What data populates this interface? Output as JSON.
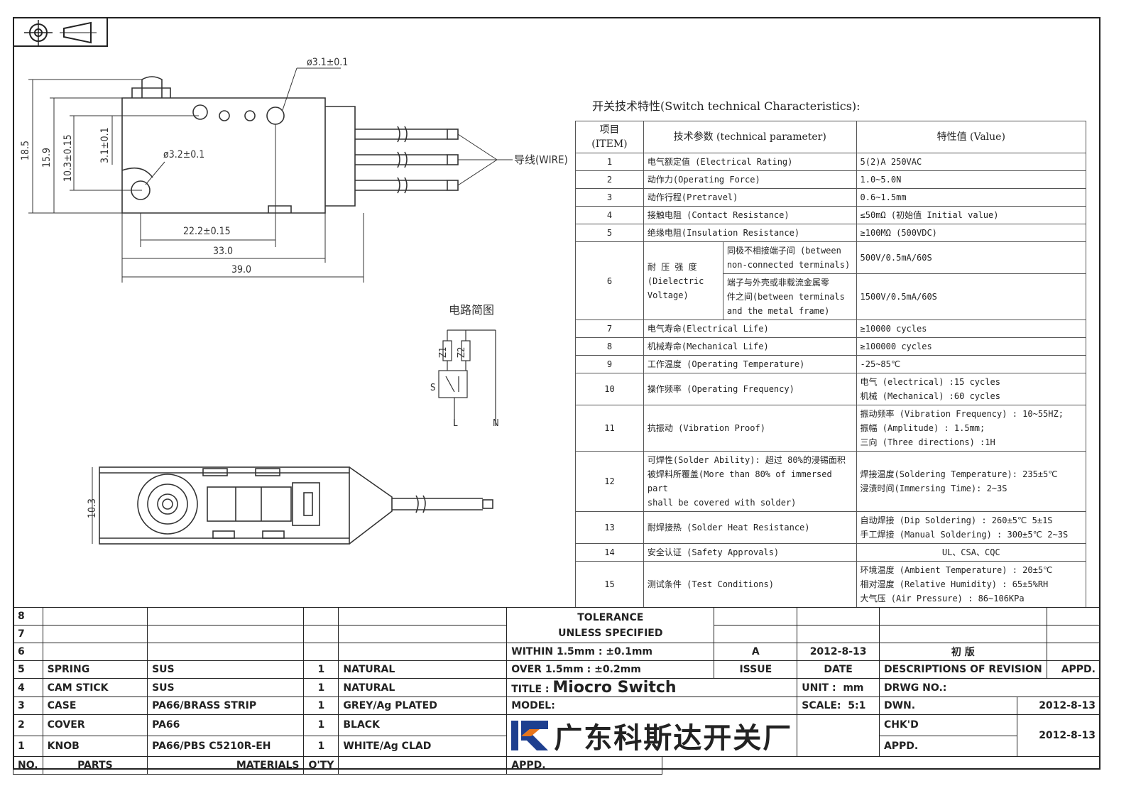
{
  "dimensions": {
    "hole_top": "ø3.1±0.1",
    "hole_bottom": "ø3.2±0.1",
    "h_overall": "18.5",
    "h_body": "15.9",
    "h_hole": "10.3±0.15",
    "h_small": "3.1±0.1",
    "w_hole": "22.2±0.15",
    "w_body": "33.0",
    "w_total": "39.0",
    "wire_label": "导线(WIRE)",
    "h_bottom_view": "10.3"
  },
  "circuit": {
    "title": "电路简图",
    "labels": {
      "z1": "Z1",
      "z2": "Z2",
      "s": "S",
      "l": "L",
      "n": "N"
    }
  },
  "spec": {
    "title": "开关技术特性(Switch technical Characteristics):",
    "headers": {
      "item": [
        "项目",
        "(ITEM)"
      ],
      "param": "技术参数 (technical parameter)",
      "value": "特性值 (Value)"
    },
    "rows": [
      {
        "no": "1",
        "param": "电气额定值 (Electrical Rating)",
        "value": [
          "5(2)A 250VAC"
        ]
      },
      {
        "no": "2",
        "param": "动作力(Operating Force)",
        "value": [
          "1.0~5.0N"
        ]
      },
      {
        "no": "3",
        "param": "动作行程(Pretravel)",
        "value": [
          "0.6~1.5mm"
        ]
      },
      {
        "no": "4",
        "param": "接触电阻 (Contact  Resistance)",
        "value": [
          "≤50mΩ (初始值 Initial value)"
        ]
      },
      {
        "no": "5",
        "param": "绝缘电阻(Insulation Resistance)",
        "value": [
          "≥100MΩ (500VDC)"
        ]
      },
      {
        "no": "7",
        "param": "电气寿命(Electrical Life)",
        "value": [
          "≥10000 cycles"
        ]
      },
      {
        "no": "8",
        "param": "机械寿命(Mechanical Life)",
        "value": [
          "≥100000 cycles"
        ]
      },
      {
        "no": "9",
        "param": "工作温度 (Operating Temperature)",
        "value": [
          "-25~85℃"
        ]
      },
      {
        "no": "10",
        "param": "操作频率 (Operating Frequency)",
        "value": [
          "电气 (electrical) :15 cycles",
          "机械 (Mechanical) :60 cycles"
        ]
      },
      {
        "no": "11",
        "param": "抗振动 (Vibration Proof)",
        "value": [
          "振动频率 (Vibration Frequency) : 10~55HZ;",
          "振幅 (Amplitude) : 1.5mm;",
          "三向 (Three directions) :1H"
        ]
      },
      {
        "no": "12",
        "param": [
          "可焊性(Solder Ability): 超过 80%的浸锡面积",
          "被焊料所覆盖(More than 80% of immersed part",
          "shall be covered with solder)"
        ],
        "value": [
          "焊接温度(Soldering Temperature): 235±5℃",
          "浸渍时间(Immersing Time): 2~3S"
        ]
      },
      {
        "no": "13",
        "param": "耐焊接热 (Solder Heat Resistance)",
        "value": [
          "自动焊接 (Dip Soldering) : 260±5℃ 5±1S",
          "手工焊接 (Manual Soldering) : 300±5℃ 2~3S"
        ]
      },
      {
        "no": "14",
        "param": "安全认证 (Safety Approvals)",
        "value": [
          "UL、CSA、CQC"
        ]
      },
      {
        "no": "15",
        "param": "测试条件 (Test Conditions)",
        "value": [
          "环境温度 (Ambient Temperature) : 20±5℃",
          "相对湿度 (Relative Humidity) : 65±5%RH",
          "大气压 (Air Pressure) : 86~106KPa"
        ]
      }
    ],
    "row6": {
      "no": "6",
      "param": [
        "耐 压 强 度",
        "(Dielectric",
        "Voltage)"
      ],
      "sub1": [
        "同极不相接端子间 (between",
        "non-connected terminals)"
      ],
      "val1": "500V/0.5mA/60S",
      "sub2": [
        "端子与外壳或非载流金属零",
        "件之间(between terminals",
        "and the metal frame)"
      ],
      "val2": "1500V/0.5mA/60S"
    }
  },
  "parts": {
    "rows": [
      {
        "no": "8",
        "part": "",
        "material": "",
        "qty": "",
        "finish": ""
      },
      {
        "no": "7",
        "part": "",
        "material": "",
        "qty": "",
        "finish": ""
      },
      {
        "no": "6",
        "part": "",
        "material": "",
        "qty": "",
        "finish": ""
      },
      {
        "no": "5",
        "part": "SPRING",
        "material": "SUS",
        "qty": "1",
        "finish": "NATURAL"
      },
      {
        "no": "4",
        "part": "CAM STICK",
        "material": "SUS",
        "qty": "1",
        "finish": "NATURAL"
      },
      {
        "no": "3",
        "part": "CASE",
        "material": "PA66/BRASS STRIP",
        "qty": "1",
        "finish": "GREY/Ag PLATED"
      },
      {
        "no": "2",
        "part": "COVER",
        "material": "PA66",
        "qty": "1",
        "finish": "BLACK"
      },
      {
        "no": "1",
        "part": "KNOB",
        "material": "PA66/PBS C5210R-EH",
        "qty": "1",
        "finish": "WHITE/Ag CLAD"
      }
    ],
    "footer": {
      "no": "NO.",
      "part": "PARTS",
      "material": "MATERIALS",
      "qty": "Q'TY"
    }
  },
  "tolerance": [
    "TOLERANCE",
    "UNLESS  SPECIFIED",
    "WITHIN 1.5mm : ±0.1mm",
    "OVER 1.5mm : ±0.2mm"
  ],
  "revision": {
    "issue": "A",
    "date": "2012-8-13",
    "desc": "初  版",
    "issue_label": "ISSUE",
    "date_label": "DATE",
    "desc_label": "DESCRIPTIONS OF REVISION",
    "appd_label": "APPD."
  },
  "title_block": {
    "title_label": "TITLE :",
    "title": "Miocro Switch",
    "unit_label": "UNIT :",
    "unit": "mm",
    "drwg_label": "DRWG NO.:",
    "model_label": "MODEL:",
    "scale_label": "SCALE:",
    "scale": "5:1",
    "dwn_label": "DWN.",
    "dwn_date": "2012-8-13",
    "chkd_label": "CHK'D",
    "chkd_date": "2012-8-13",
    "appd_label": "APPD.",
    "company": "广东科斯达开关厂"
  },
  "colors": {
    "logo_blue": "#1e3f8f",
    "logo_orange": "#e8751a",
    "line": "#222222"
  }
}
